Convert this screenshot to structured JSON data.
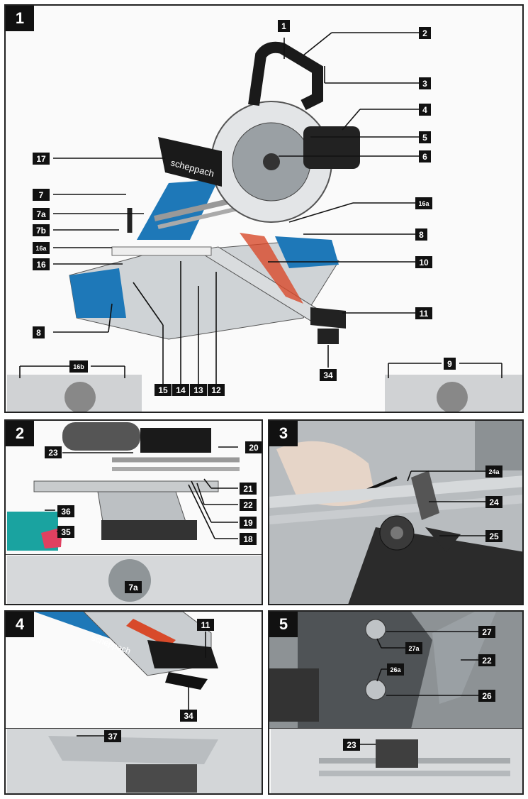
{
  "panels": {
    "p1": {
      "number": "1",
      "labels": [
        "1",
        "2",
        "3",
        "4",
        "5",
        "6",
        "17",
        "7",
        "7a",
        "7b",
        "16a",
        "16",
        "16a",
        "8",
        "10",
        "11",
        "8",
        "15",
        "14",
        "13",
        "12",
        "34",
        "16b",
        "9"
      ]
    },
    "p2": {
      "number": "2",
      "labels": [
        "23",
        "20",
        "21",
        "22",
        "19",
        "18",
        "36",
        "35",
        "7a"
      ]
    },
    "p3": {
      "number": "3",
      "labels": [
        "24a",
        "24",
        "25"
      ]
    },
    "p4": {
      "number": "4",
      "labels": [
        "11",
        "34",
        "37"
      ]
    },
    "p5": {
      "number": "5",
      "labels": [
        "27",
        "27a",
        "22",
        "26a",
        "26",
        "23"
      ]
    }
  },
  "brand": "scheppach",
  "colors": {
    "label_bg": "#111111",
    "label_fg": "#ffffff",
    "accent_blue": "#1e78b8",
    "accent_red": "#d84a2a"
  }
}
